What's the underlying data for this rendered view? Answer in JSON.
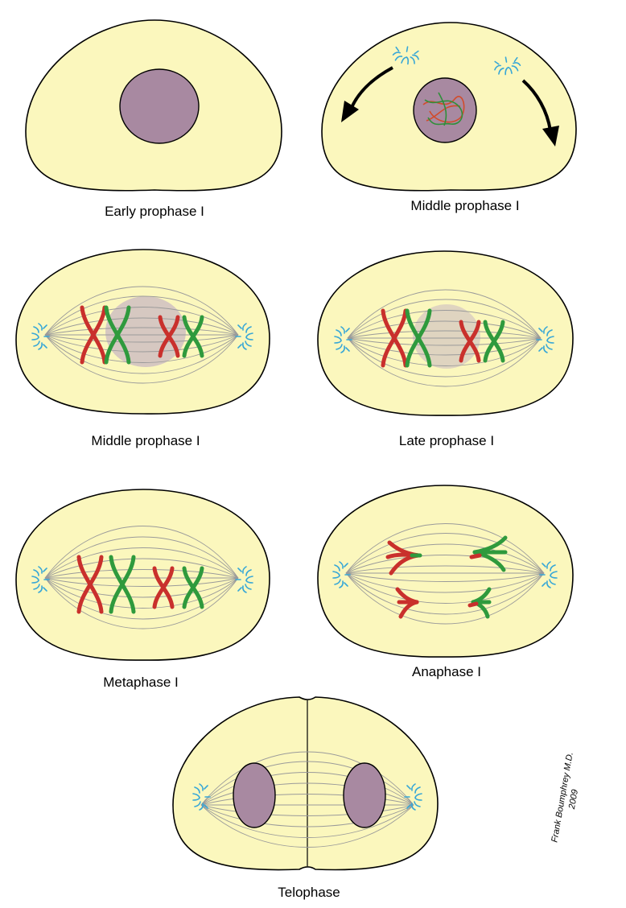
{
  "stages": [
    {
      "label": "Early prophase I"
    },
    {
      "label": "Middle prophase I"
    },
    {
      "label": "Middle prophase I"
    },
    {
      "label": "Late prophase I"
    },
    {
      "label": "Metaphase I"
    },
    {
      "label": "Anaphase I"
    },
    {
      "label": "Telophase"
    }
  ],
  "credit": {
    "line1": "Frank Boumphrey M.D.",
    "line2": "2009"
  },
  "colors": {
    "cell": "#fbf7bd",
    "nucleus": "#a889a1",
    "homolog_maternal": "#c9302c",
    "homolog_paternal": "#2f9a3d",
    "centriole": "#37a7d7",
    "spindle": "#9a9a9a"
  }
}
